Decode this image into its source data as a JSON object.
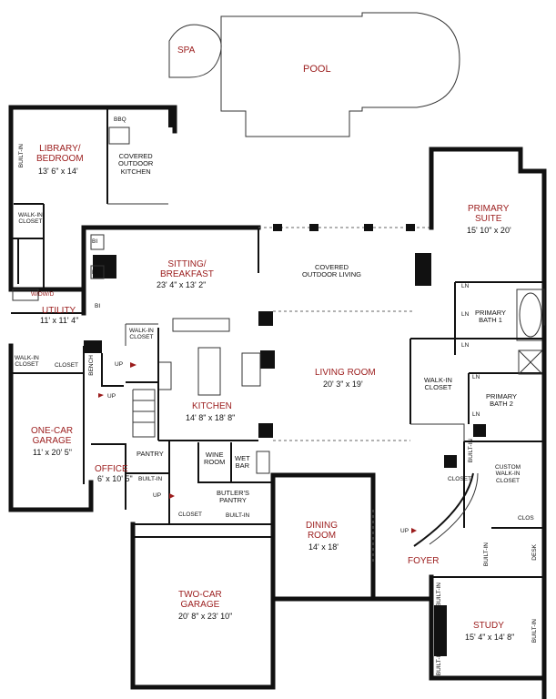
{
  "rooms": {
    "spa": "SPA",
    "pool": "POOL",
    "library": {
      "name": "LIBRARY/\nBEDROOM",
      "dim": "13' 6\" x 14'"
    },
    "bbq": "BBQ",
    "covered_outdoor_kitchen": "COVERED\nOUTDOOR\nKITCHEN",
    "primary_suite": {
      "name": "PRIMARY\nSUITE",
      "dim": "15' 10\" x 20'"
    },
    "sitting": {
      "name": "SITTING/\nBREAKFAST",
      "dim": "23' 4\" x 13' 2\""
    },
    "covered_outdoor_living": "COVERED\nOUTDOOR LIVING",
    "utility": {
      "name": "UTILITY",
      "dim": "11' x 11' 4\""
    },
    "wdwd": "W/DW/D",
    "kitchen": {
      "name": "KITCHEN",
      "dim": "14' 8\" x 18' 8\""
    },
    "living_room": {
      "name": "LIVING ROOM",
      "dim": "20' 3\" x 19'"
    },
    "primary_bath_1": "PRIMARY\nBATH 1",
    "primary_bath_2": "PRIMARY\nBATH 2",
    "walk_in_closet_main": "WALK-IN\nCLOSET",
    "walk_in_closet_lib": "WALK-IN\nCLOSET",
    "walk_in_closet_util": "WALK-IN\nCLOSET",
    "walk_in_closet_kitchen": "WALK-IN\nCLOSET",
    "closet_util": "CLOSET",
    "closet_foyer": "CLOSET",
    "closet_pantry": "CLOSET",
    "clos": "CLOS",
    "custom_walk_in_closet": "CUSTOM\nWALK-IN\nCLOSET",
    "one_car_garage": {
      "name": "ONE-CAR\nGARAGE",
      "dim": "11' x 20' 5\""
    },
    "office": {
      "name": "OFFICE",
      "dim": "6' x 10' 5\""
    },
    "pantry": "PANTRY",
    "wine_room": "WINE\nROOM",
    "wet_bar": "WET\nBAR",
    "butlers_pantry": "BUTLER'S\nPANTRY",
    "dining_room": {
      "name": "DINING\nROOM",
      "dim": "14' x 18'"
    },
    "foyer": "FOYER",
    "two_car_garage": {
      "name": "TWO-CAR\nGARAGE",
      "dim": "20' 8\" x 23' 10\""
    },
    "study": {
      "name": "STUDY",
      "dim": "15' 4\" x 14' 8\""
    }
  },
  "labels": {
    "built_in": "BUILT-IN",
    "bi": "BI",
    "ln": "LN",
    "bench": "BENCH",
    "desk": "DESK",
    "up": "UP"
  }
}
